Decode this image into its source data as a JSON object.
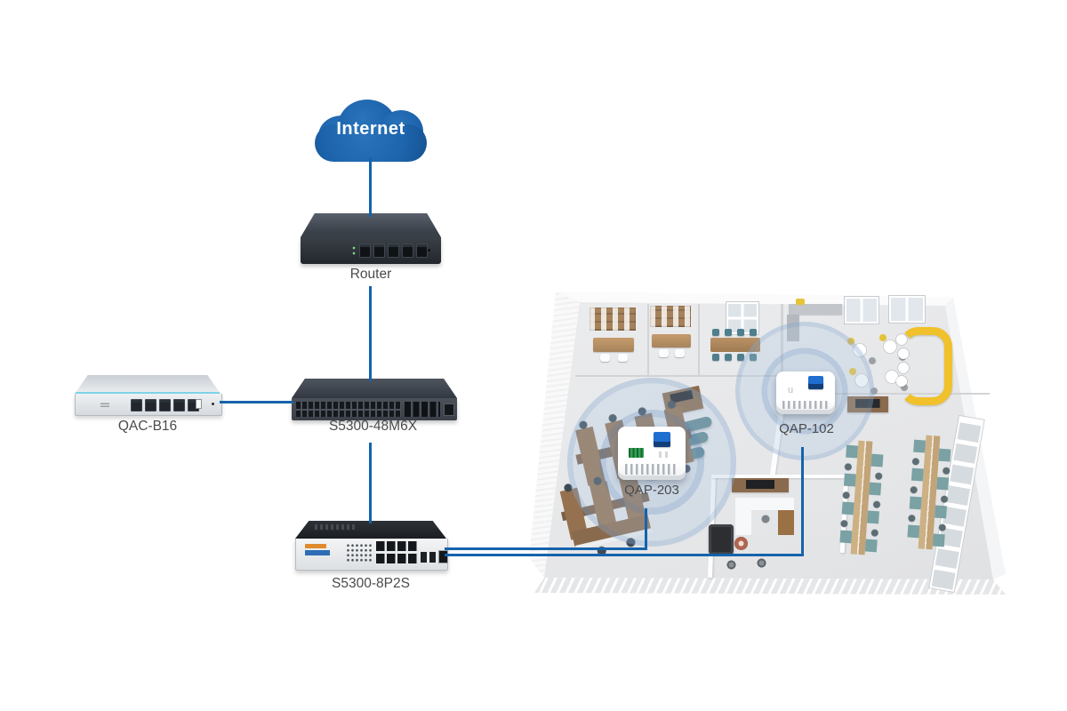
{
  "diagram_type": "wireless-network-topology",
  "nodes": {
    "internet": {
      "label": "Internet",
      "type": "cloud"
    },
    "router": {
      "label": "Router",
      "type": "router-5-port"
    },
    "qac_b16": {
      "label": "QAC-B16",
      "type": "wireless-controller"
    },
    "s5300_48m6x": {
      "label": "S5300-48M6X",
      "type": "48-port-core-switch"
    },
    "s5300_8p2s": {
      "label": "S5300-8P2S",
      "type": "8-port-poe-switch"
    },
    "qap_203": {
      "label": "QAP-203",
      "type": "wall-plate-access-point"
    },
    "qap_102": {
      "label": "QAP-102",
      "type": "wall-plate-access-point"
    }
  },
  "edges": [
    {
      "from": "internet",
      "to": "router"
    },
    {
      "from": "router",
      "to": "s5300_48m6x"
    },
    {
      "from": "qac_b16",
      "to": "s5300_48m6x"
    },
    {
      "from": "s5300_48m6x",
      "to": "s5300_8p2s"
    },
    {
      "from": "s5300_8p2s",
      "to": "qap_203"
    },
    {
      "from": "s5300_8p2s",
      "to": "qap_102"
    }
  ],
  "colors": {
    "link_blue": "#1563ac",
    "cloud_blue": "#1d64ad",
    "cloud_text": "#ffffff",
    "label_text": "#4b4b4d",
    "wifi_wave_blue": "#7ca1cc",
    "ap_port_blue": "#1f6fd0",
    "ap_terminal_green": "#35a054",
    "controller_accent_cyan": "#7ed4e8",
    "cafe_bench_yellow": "#f0c12a"
  },
  "scene": {
    "name": "isometric-office-floorplan"
  }
}
